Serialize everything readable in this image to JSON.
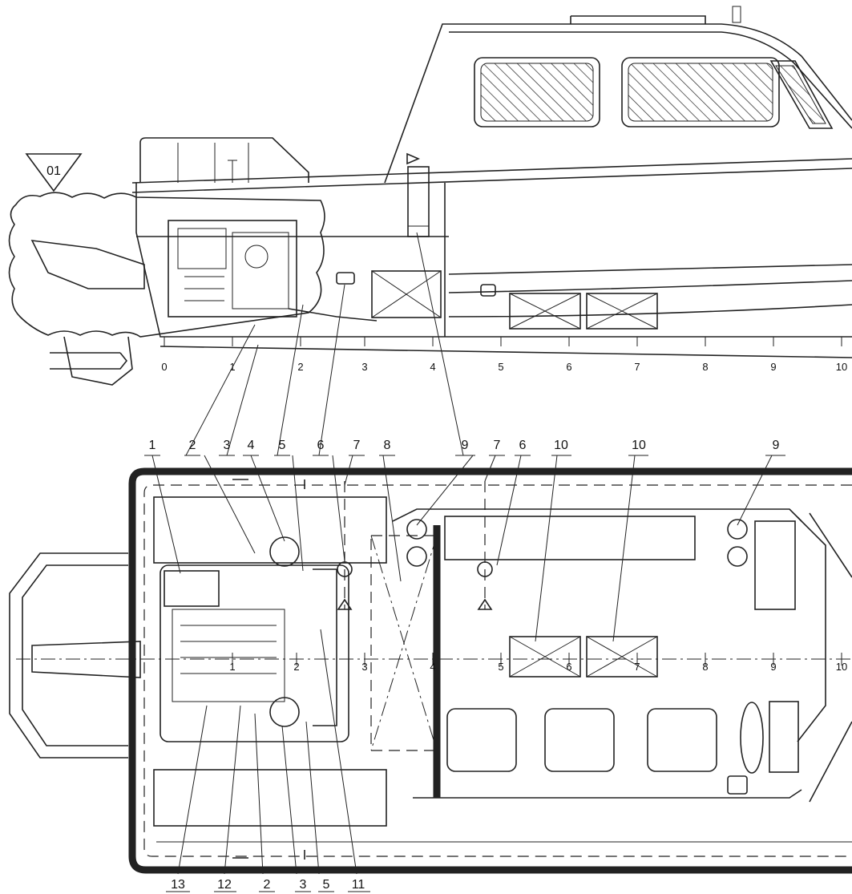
{
  "marker": "01",
  "side_stations": [
    "0",
    "1",
    "2",
    "3",
    "4",
    "5",
    "6",
    "7",
    "8",
    "9",
    "10"
  ],
  "plan_stations": [
    "1",
    "2",
    "3",
    "4",
    "5",
    "6",
    "7",
    "8",
    "9",
    "10"
  ],
  "callouts_top": [
    "1",
    "2",
    "3",
    "4",
    "5",
    "6",
    "7",
    "8",
    "9",
    "7",
    "6",
    "10",
    "10",
    "9"
  ],
  "callouts_bottom": [
    "13",
    "12",
    "2",
    "3",
    "5",
    "11"
  ]
}
